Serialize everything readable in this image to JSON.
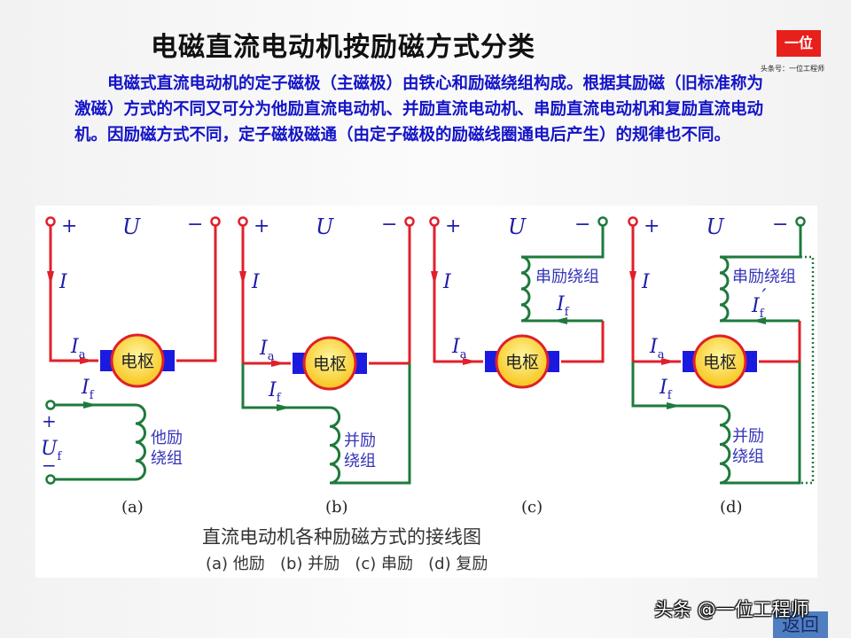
{
  "title": "电磁直流电动机按励磁方式分类",
  "paragraph": "电磁式直流电动机的定子磁极（主磁极）由铁心和励磁绕组构成。根据其励磁（旧标准称为激磁）方式的不同又可分为他励直流电动机、并励直流电动机、串励直流电动机和复励直流电动机。因励磁方式不同，定子磁极磁通（由定子磁极的励磁线圈通电后产生）的规律也不同。",
  "logo": {
    "text": "一位",
    "subtitle": "头条号：一位工程师",
    "color": "#e8201c"
  },
  "diagram": {
    "plus": "+",
    "minus": "−",
    "voltage": "U",
    "current": "I",
    "armature_current": "I",
    "armature_sub": "a",
    "field_current": "I",
    "field_sub": "f",
    "field_prime": "′",
    "field_voltage": "U",
    "armature_label": "电枢",
    "panels": [
      {
        "id": "(a)",
        "winding": [
          "他励",
          "绕组"
        ]
      },
      {
        "id": "(b)",
        "winding": [
          "并励",
          "绕组"
        ]
      },
      {
        "id": "(c)",
        "winding": [
          "串励绕组"
        ]
      },
      {
        "id": "(d)",
        "winding": [
          "串励绕组"
        ],
        "winding2": [
          "并励",
          "绕组"
        ]
      }
    ],
    "caption": "直流电动机各种励磁方式的接线图",
    "legend": "(a) 他励   (b) 并励   (c) 串励   (d) 复励",
    "colors": {
      "armature_circuit": "#e0202a",
      "field_circuit": "#1e7a3c",
      "brush": "#1a1ae0",
      "rotor": "#f7c51c"
    }
  },
  "watermark": "头条 @一位工程师",
  "back_button": "返回"
}
